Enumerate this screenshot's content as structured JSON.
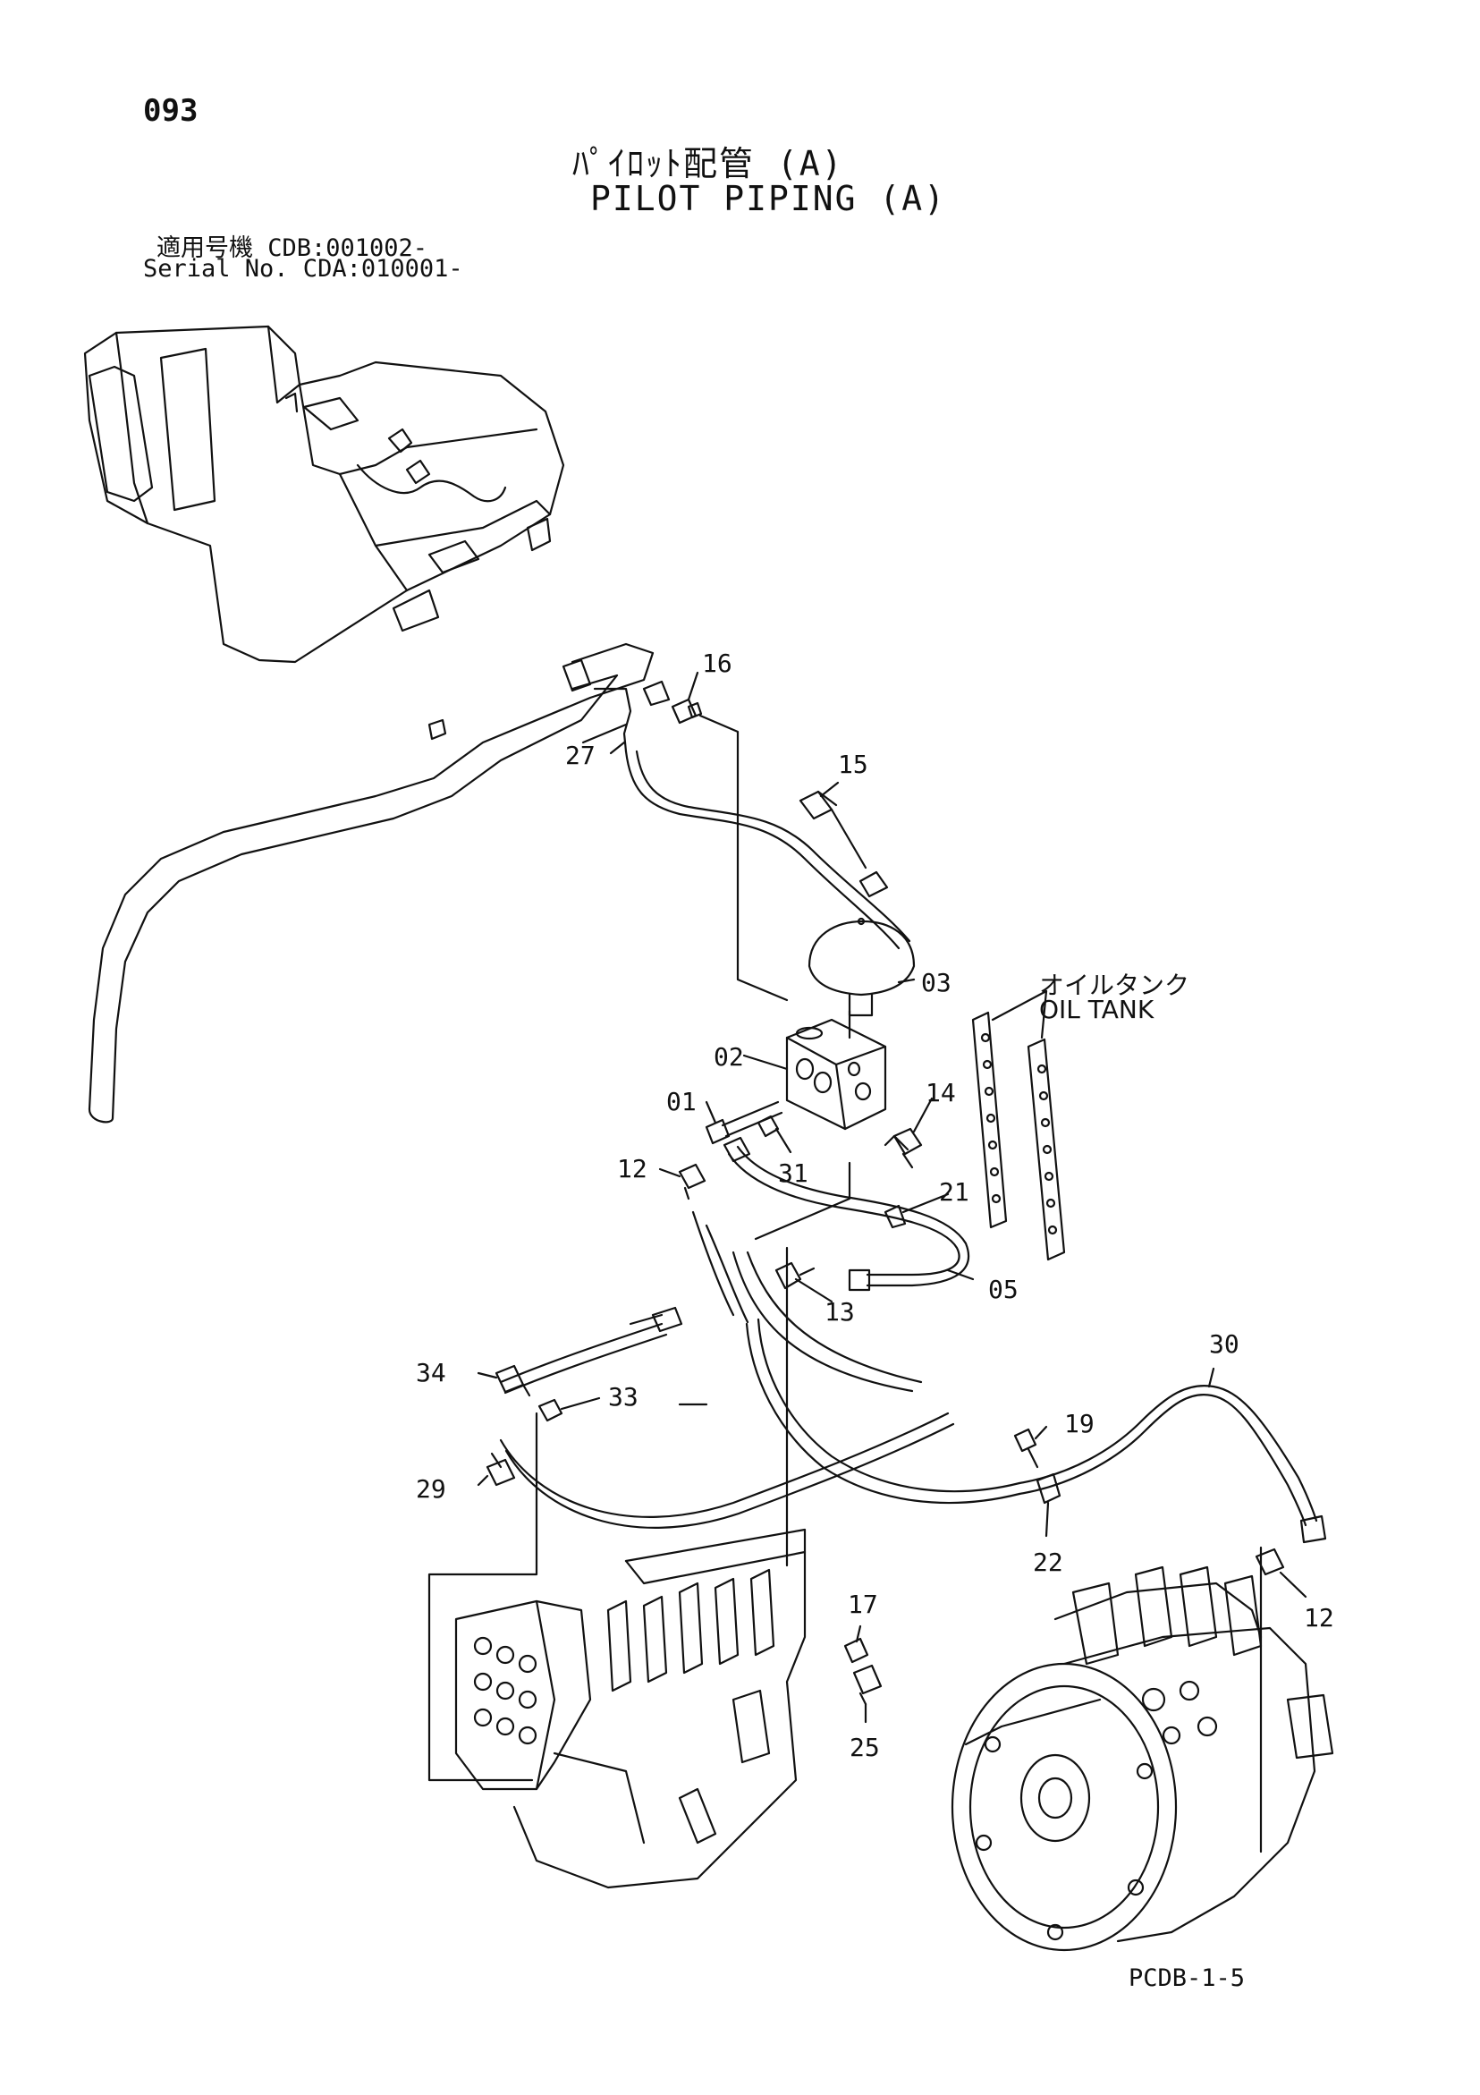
{
  "header": {
    "page_number": "093",
    "title_ja": "ﾊﾟｲﾛｯﾄ配管 (A)",
    "title_en": "PILOT PIPING (A)",
    "serial_line_1": "適用号機 CDB:001002-",
    "serial_line_2": "Serial No. CDA:010001-"
  },
  "callouts": {
    "c16": "16",
    "c27": "27",
    "c15": "15",
    "c03": "03",
    "c02": "02",
    "c01": "01",
    "c14": "14",
    "c12a": "12",
    "c31": "31",
    "c21": "21",
    "c05": "05",
    "c13": "13",
    "c34": "34",
    "c33": "33",
    "c30": "30",
    "c19": "19",
    "c29": "29",
    "c22": "22",
    "c12b": "12",
    "c17": "17",
    "c25": "25"
  },
  "oil_tank": {
    "label_ja": "オイルタンク",
    "label_en": "OIL TANK"
  },
  "footer": {
    "page_code": "PCDB-1-5"
  }
}
